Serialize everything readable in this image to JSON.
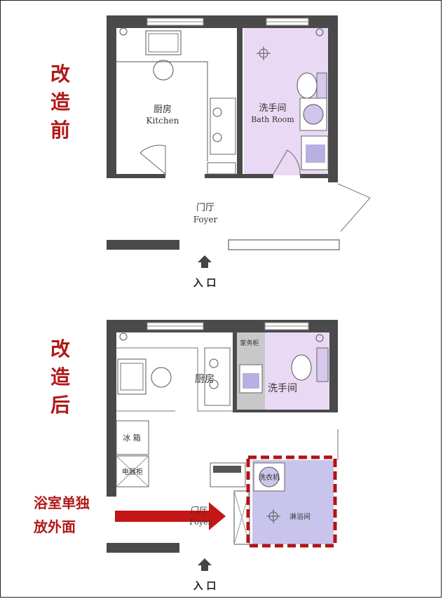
{
  "before": {
    "caption": [
      "改",
      "造",
      "前"
    ],
    "kitchen_cn": "厨房",
    "kitchen_en": "Kitchen",
    "bath_cn": "洗手间",
    "bath_en": "Bath Room",
    "foyer_cn": "门厅",
    "foyer_en": "Foyer",
    "entrance": "入 口"
  },
  "after": {
    "caption": [
      "改",
      "造",
      "后"
    ],
    "kitchen_cn": "厨房",
    "bath_cn": "洗手间",
    "cabinet": "家务柜",
    "fridge": "冰 箱",
    "meter_cabinet": "电器柜",
    "washer": "洗衣机",
    "shower": "淋浴间",
    "foyer_cn": "门厅",
    "foyer_en": "Foyer",
    "entrance": "入 口",
    "note_line1": "浴室单独",
    "note_line2": "放外面"
  },
  "colors": {
    "caption_red": "#b11818",
    "bath_purple": "#ead9f4",
    "shower_purple": "#c8c4ec",
    "wall": "#4a4a4a",
    "dashed_red": "#b01414"
  }
}
